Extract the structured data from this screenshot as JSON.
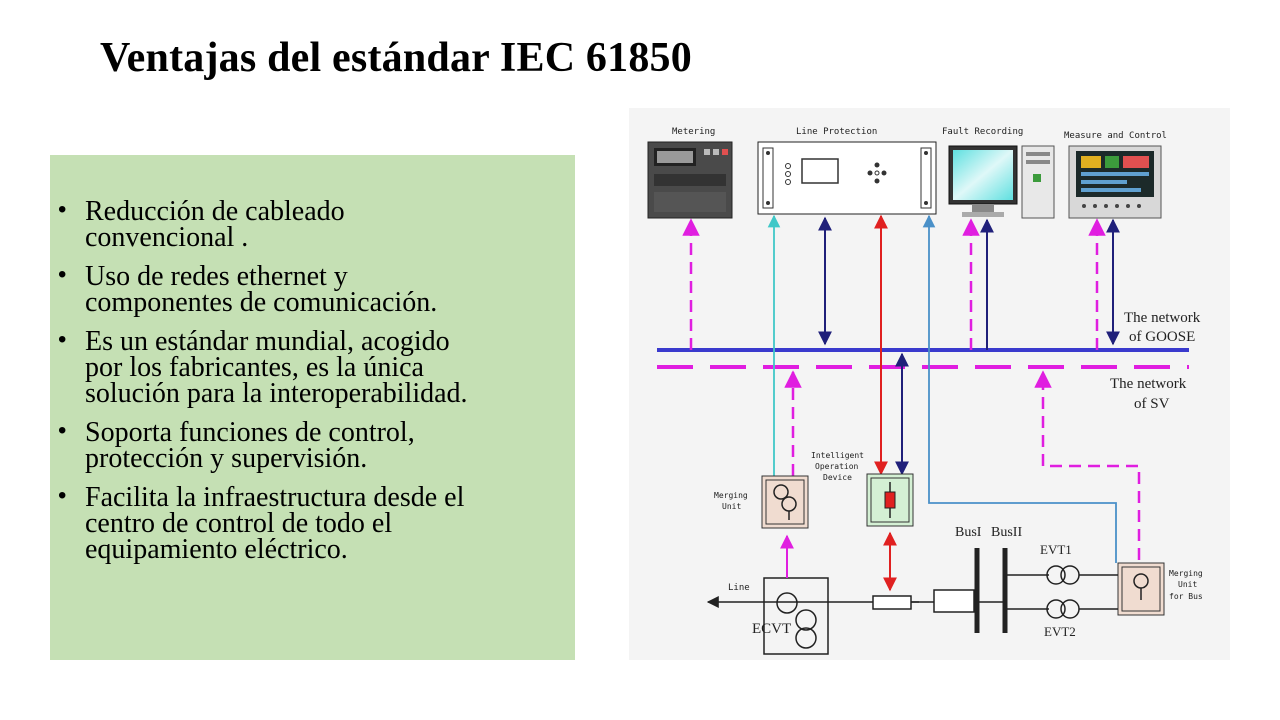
{
  "title": "Ventajas del estándar IEC 61850",
  "bullets": [
    {
      "lines": [
        "Reducción de cableado",
        "convencional ."
      ]
    },
    {
      "lines": [
        "Uso de redes ethernet y",
        "componentes de comunicación."
      ]
    },
    {
      "lines": [
        "Es un estándar mundial, acogido",
        "por los fabricantes, es la única",
        "solución para la interoperabilidad."
      ]
    },
    {
      "lines": [
        "Soporta funciones de control,",
        "protección y supervisión."
      ]
    },
    {
      "lines": [
        "Facilita la infraestructura desde el",
        "centro de control de todo el",
        "equipamiento eléctrico."
      ]
    }
  ],
  "diagram": {
    "metering": "Metering",
    "line_protection": "Line Protection",
    "fault_recording": "Fault Recording",
    "measure_control": "Measure and Control",
    "goose_line1": "The network",
    "goose_line2": "of GOOSE",
    "sv_line1": "The network",
    "sv_line2": "of SV",
    "iod_line1": "Intelligent",
    "iod_line2": "Operation",
    "iod_line3": "Device",
    "mu_line1": "Merging",
    "mu_line2": "Unit",
    "mub_line1": "Merging",
    "mub_line2": "Unit",
    "mub_line3": "for Bus",
    "bus1": "BusI",
    "bus2": "BusII",
    "evt1": "EVT1",
    "evt2": "EVT2",
    "line": "Line",
    "ecvt": "ECVT"
  },
  "colors": {
    "bullet_bg": "#c5e0b4",
    "goose": "#3a3acd",
    "sv": "#e01ee0",
    "red": "#e02020",
    "cyan": "#40c8c8",
    "navy": "#20207a",
    "blue": "#4a90c8"
  }
}
